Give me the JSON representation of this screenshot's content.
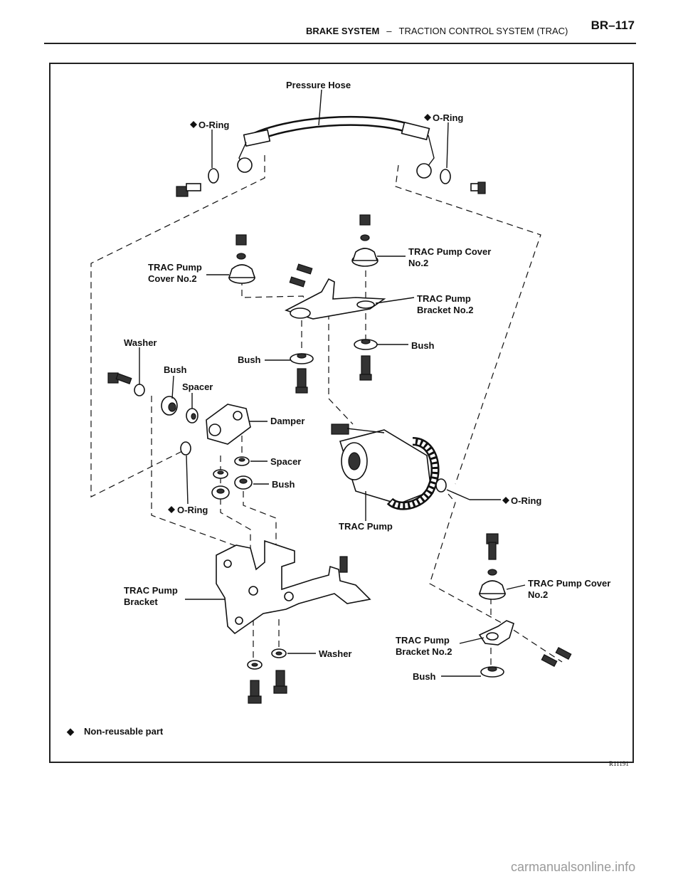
{
  "header": {
    "system": "BRAKE SYSTEM",
    "separator": "–",
    "section": "TRACTION CONTROL SYSTEM (TRAC)",
    "page": "BR–117"
  },
  "labels": {
    "pressure_hose": "Pressure Hose",
    "o_ring_left": "O-Ring",
    "o_ring_right": "O-Ring",
    "trac_pump_cover_no2_left_1": "TRAC Pump",
    "trac_pump_cover_no2_left_2": "Cover No.2",
    "trac_pump_cover_no2_right_1": "TRAC Pump Cover",
    "trac_pump_cover_no2_right_2": "No.2",
    "trac_pump_bracket_no2_top_1": "TRAC Pump",
    "trac_pump_bracket_no2_top_2": "Bracket No.2",
    "bush_right_top": "Bush",
    "bush_center": "Bush",
    "washer_left": "Washer",
    "bush_left": "Bush",
    "spacer_left": "Spacer",
    "damper": "Damper",
    "spacer_mid": "Spacer",
    "bush_mid": "Bush",
    "o_ring_pump": "O-Ring",
    "o_ring_lower_left": "O-Ring",
    "trac_pump": "TRAC Pump",
    "trac_pump_bracket_1": "TRAC Pump",
    "trac_pump_bracket_2": "Bracket",
    "washer_bottom": "Washer",
    "trac_pump_cover_no2_bottom_1": "TRAC Pump Cover",
    "trac_pump_cover_no2_bottom_2": "No.2",
    "trac_pump_bracket_no2_bottom_1": "TRAC Pump",
    "trac_pump_bracket_no2_bottom_2": "Bracket No.2",
    "bush_bottom": "Bush"
  },
  "legend": {
    "symbol": "◆",
    "text": "Non-reusable part"
  },
  "figure_id": "R11191",
  "watermark": "carmanualsonline.info"
}
